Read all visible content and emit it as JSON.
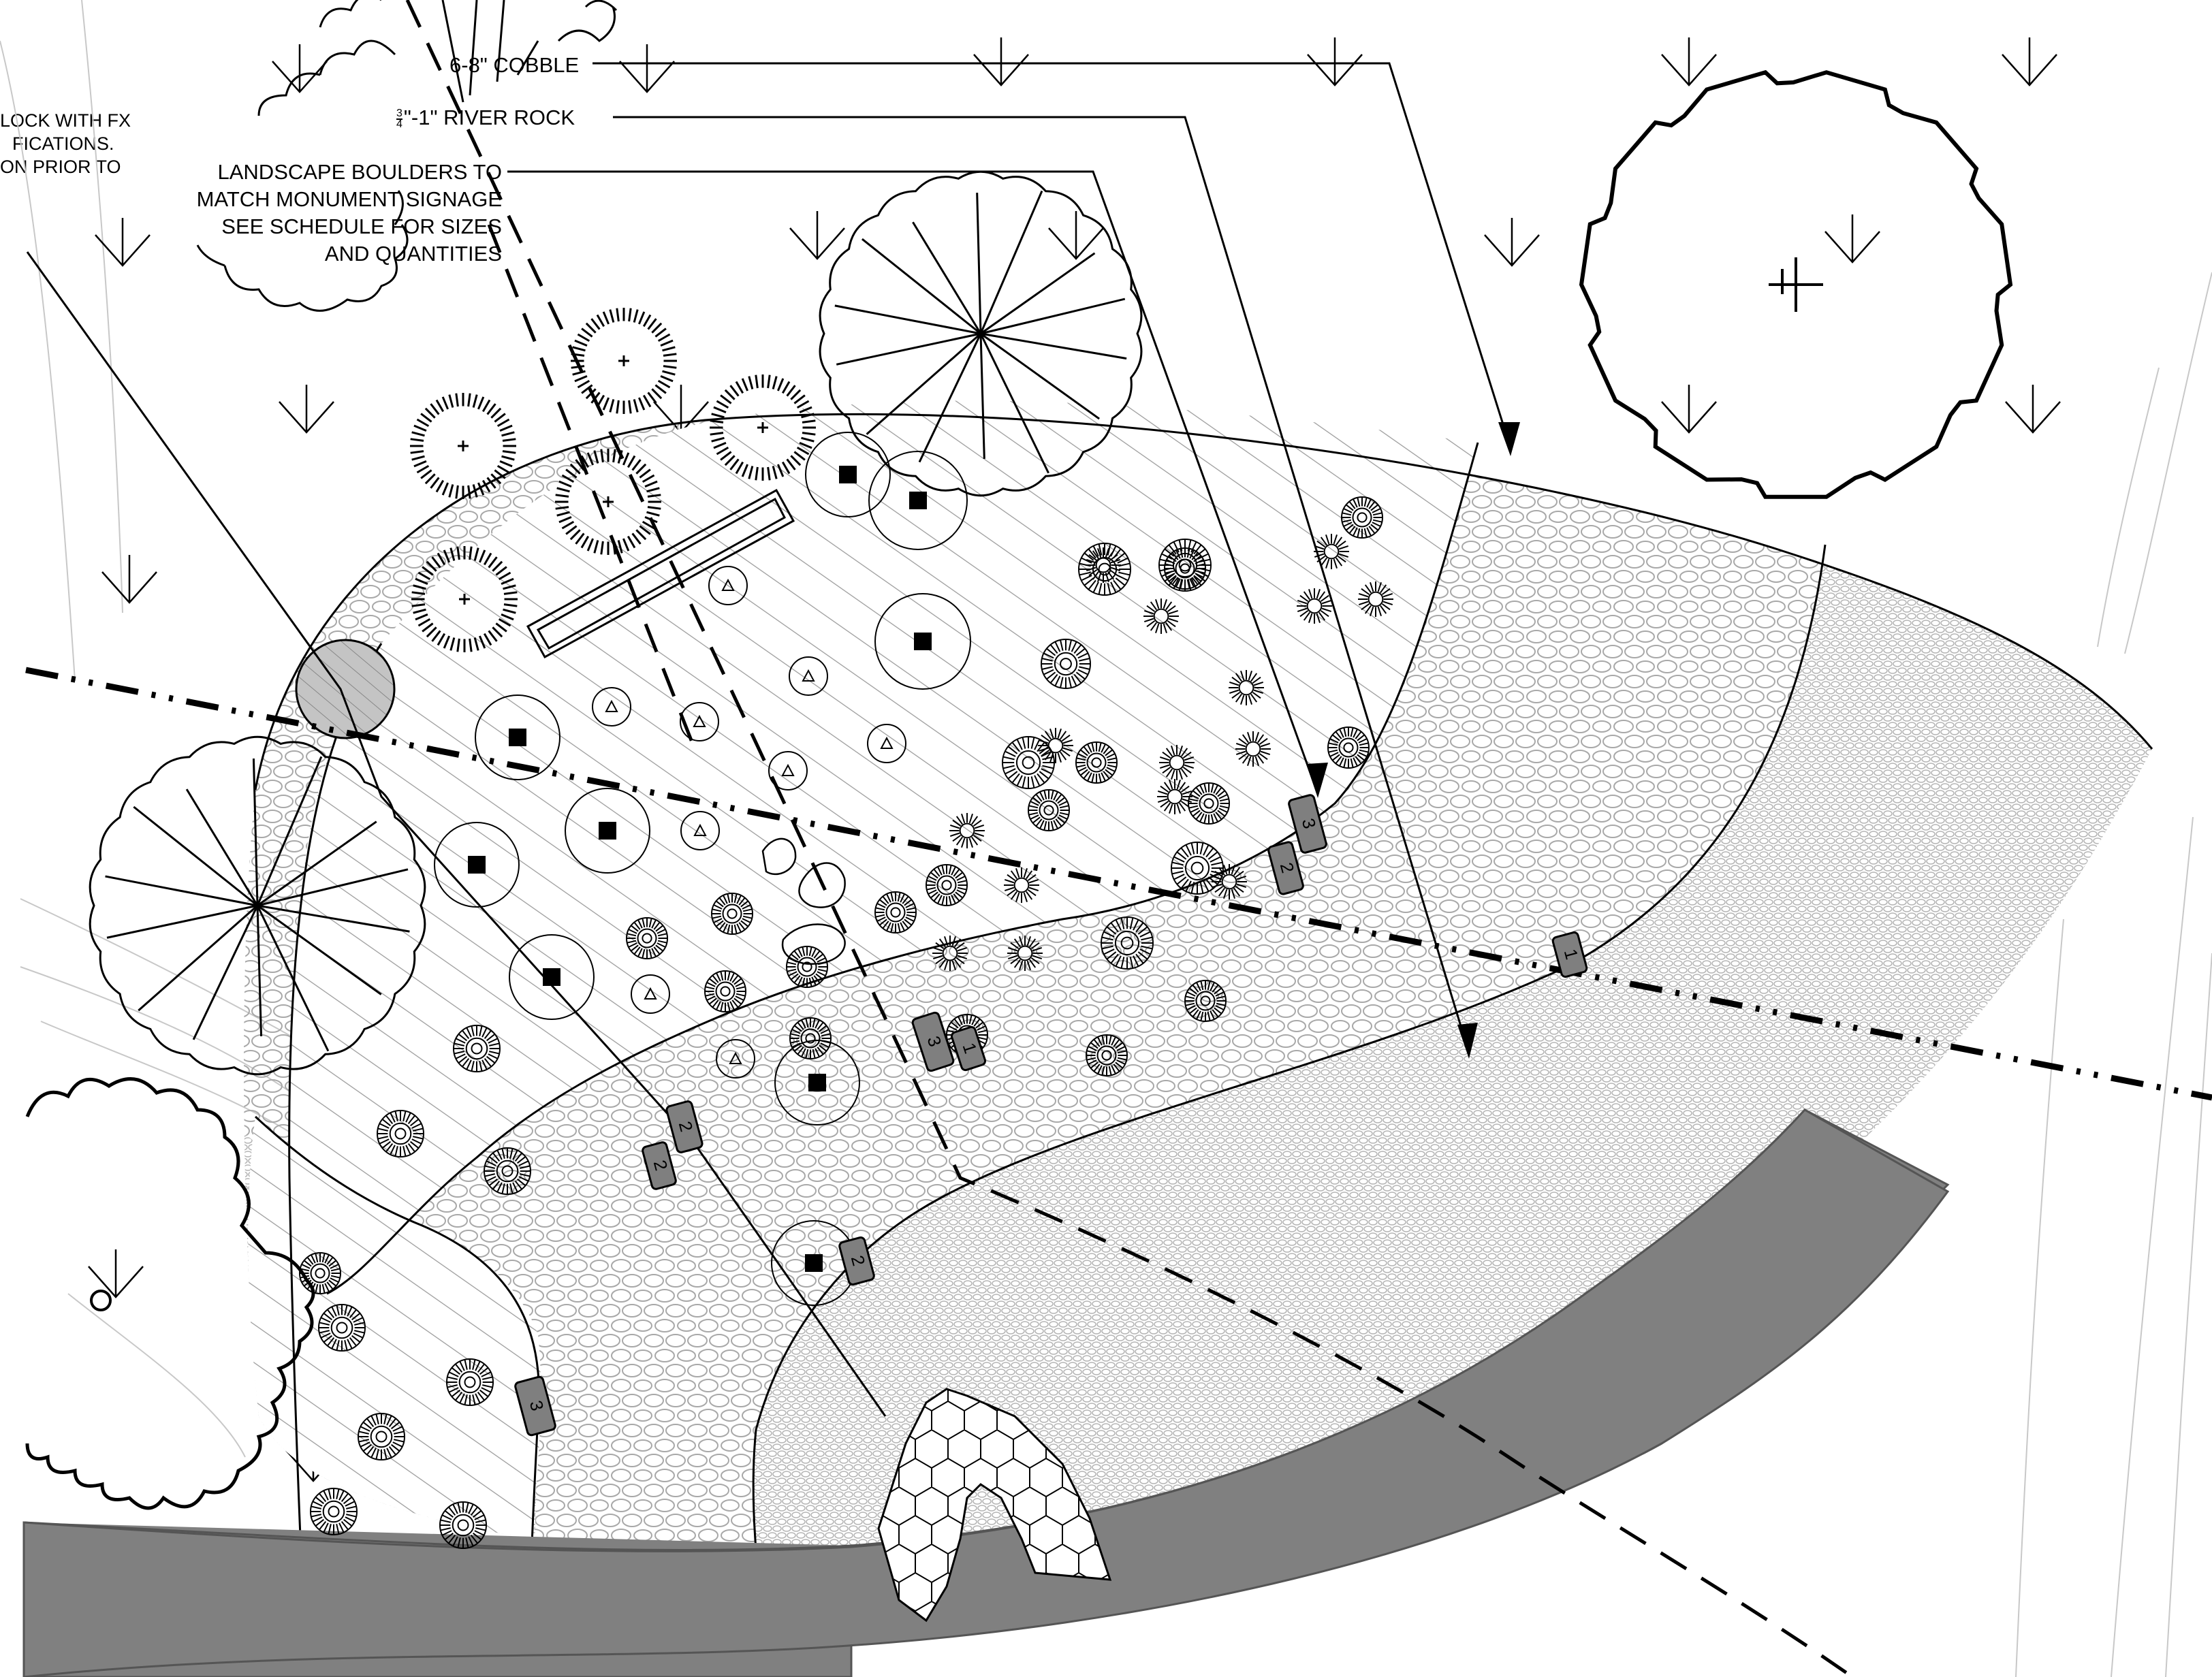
{
  "callouts": {
    "cobble": "6-8\" COBBLE",
    "river_rock_fraction_num": "3",
    "river_rock_fraction_den": "4",
    "river_rock": "\"-1\" RIVER ROCK",
    "boulders_line1": "LANDSCAPE BOULDERS TO",
    "boulders_line2": "MATCH MONUMENT SIGNAGE",
    "boulders_line3": "SEE SCHEDULE FOR SIZES",
    "boulders_line4": "AND QUANTITIES"
  },
  "cutoff_note": {
    "line1": "LOCK WITH FX",
    "line2": "FICATIONS.",
    "line3": "ON PRIOR TO"
  },
  "boulders": [
    {
      "size": "3"
    },
    {
      "size": "2"
    },
    {
      "size": "1"
    },
    {
      "size": "3"
    },
    {
      "size": "1"
    },
    {
      "size": "2"
    },
    {
      "size": "2"
    },
    {
      "size": "2"
    },
    {
      "size": "3"
    }
  ],
  "colors": {
    "paving": "#808080",
    "boulder": "#7f7f7f",
    "hatch": "#9a9a9a",
    "rock": "#a8a8a8",
    "line": "#000000"
  }
}
